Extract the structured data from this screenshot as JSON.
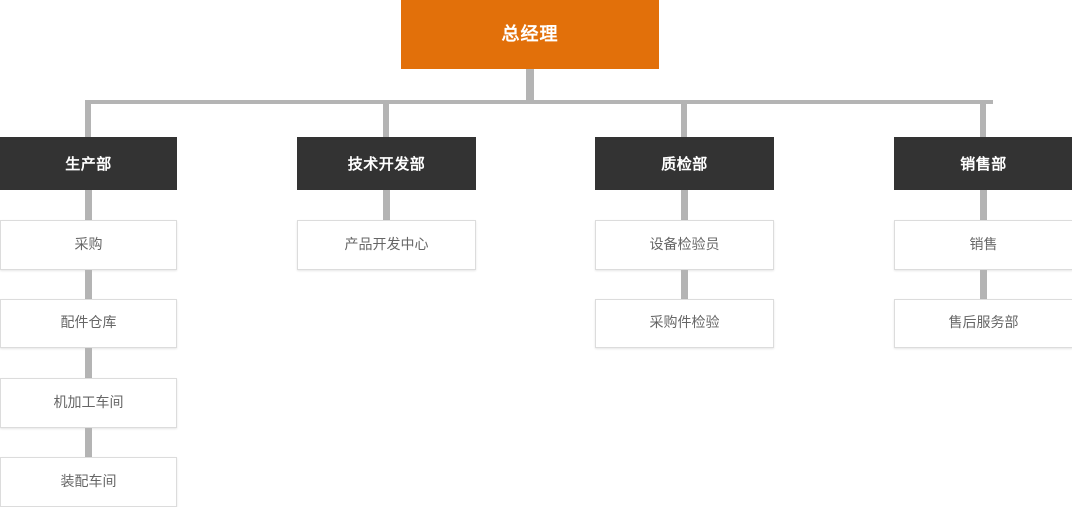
{
  "colors": {
    "root_box": "#e2700a",
    "dept_box": "#333333",
    "sub_box_bg": "#ffffff",
    "sub_box_border": "#dcdcdc",
    "connector": "#b4b4b4",
    "root_text": "#ffffff",
    "dept_text": "#ffffff",
    "sub_text": "#666666",
    "page_background": "#ffffff"
  },
  "chart": {
    "type": "org-chart",
    "title": "",
    "root": {
      "label": "总经理",
      "level": 1
    },
    "branches": [
      {
        "department": "生产部",
        "children": [
          "采购",
          "配件仓库",
          "机加工车间",
          "装配车间"
        ]
      },
      {
        "department": "技术开发部",
        "children": [
          "产品开发中心"
        ]
      },
      {
        "department": "质检部",
        "children": [
          "设备检验员",
          "采购件检验"
        ]
      },
      {
        "department": "销售部",
        "children": [
          "销售",
          "售后服务部"
        ]
      }
    ]
  }
}
